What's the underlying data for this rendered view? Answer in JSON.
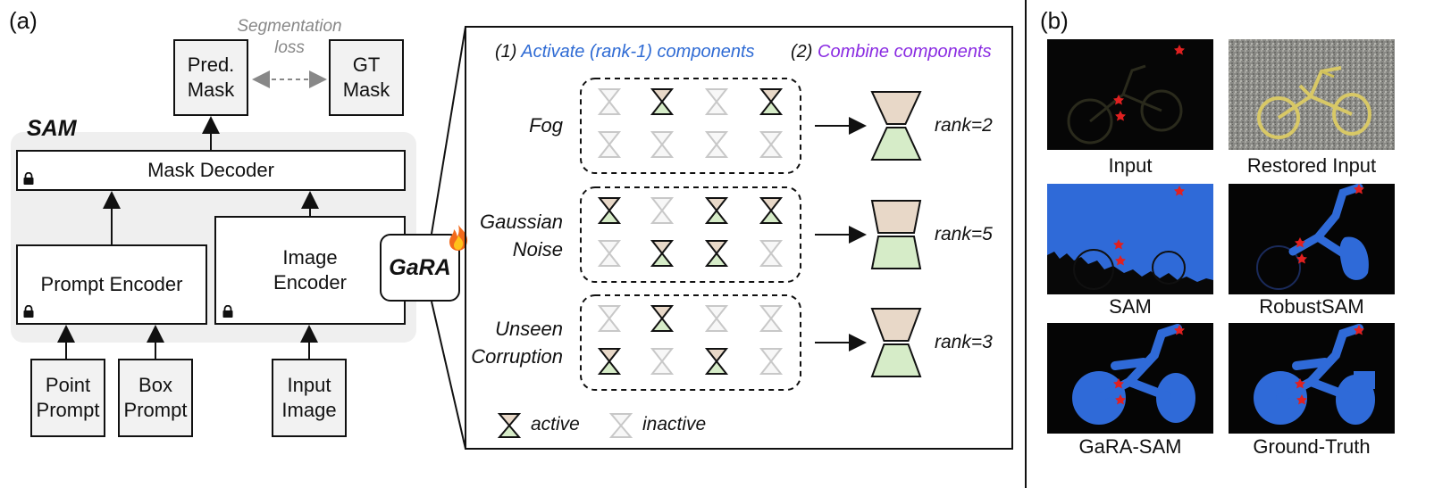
{
  "panel_a": {
    "tag": "(a)",
    "sam_label": "SAM",
    "seg_loss_line1": "Segmentation",
    "seg_loss_line2": "loss",
    "pred_mask_line1": "Pred.",
    "pred_mask_line2": "Mask",
    "gt_mask_line1": "GT",
    "gt_mask_line2": "Mask",
    "mask_decoder": "Mask Decoder",
    "prompt_encoder": "Prompt Encoder",
    "image_encoder_line1": "Image",
    "image_encoder_line2": "Encoder",
    "gara": "GaRA",
    "fire_icon": "fire-icon",
    "lock_icon": "lock-icon",
    "point_prompt_line1": "Point",
    "point_prompt_line2": "Prompt",
    "box_prompt_line1": "Box",
    "box_prompt_line2": "Prompt",
    "input_image_line1": "Input",
    "input_image_line2": "Image",
    "step1_prefix": "(1)",
    "step1_text": "Activate (rank-1) components",
    "step2_prefix": "(2)",
    "step2_text": "Combine components",
    "step1_color": "#2f6bd4",
    "step2_color": "#8a2be2",
    "rows": [
      {
        "label_line1": "Fog",
        "label_line2": "",
        "rank": "rank=2",
        "active": [
          false,
          true,
          false,
          true,
          false,
          false,
          false,
          false
        ]
      },
      {
        "label_line1": "Gaussian",
        "label_line2": "Noise",
        "rank": "rank=5",
        "active": [
          true,
          false,
          true,
          true,
          false,
          true,
          true,
          false
        ]
      },
      {
        "label_line1": "Unseen",
        "label_line2": "Corruption",
        "rank": "rank=3",
        "active": [
          false,
          true,
          false,
          false,
          true,
          false,
          true,
          false
        ]
      }
    ],
    "legend_active": "active",
    "legend_inactive": "inactive",
    "component_top_color": "#e8d8c8",
    "component_bottom_color": "#d6ecc8"
  },
  "panel_b": {
    "tag": "(b)",
    "captions": [
      "Input",
      "Restored Input",
      "SAM",
      "RobustSAM",
      "GaRA-SAM",
      "Ground-Truth"
    ],
    "mask_color": "#2f6ad8",
    "star_color": "#e02020"
  }
}
